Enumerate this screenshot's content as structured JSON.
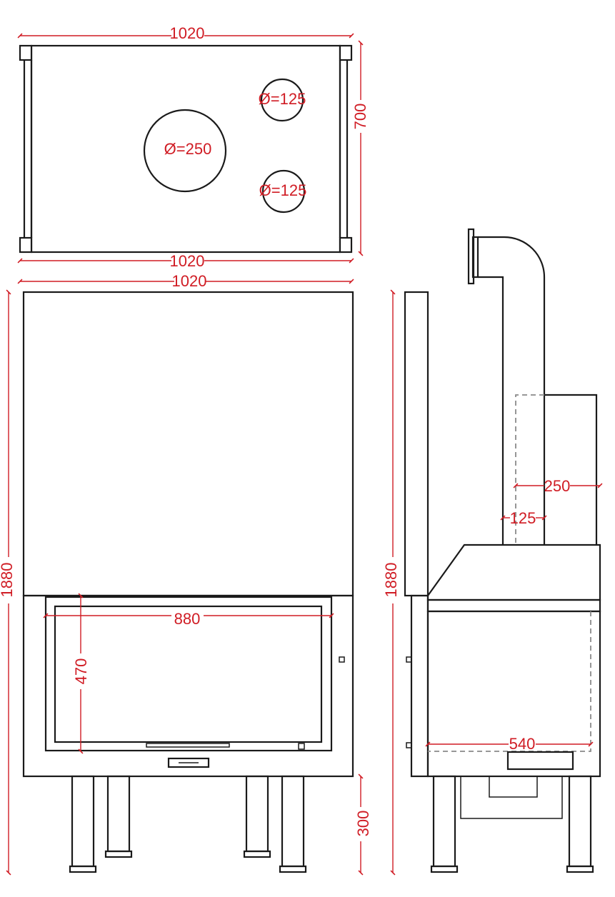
{
  "colors": {
    "outline": "#1a1a1a",
    "dimension": "#d01c24",
    "hidden_line": "#8a8a8a",
    "background": "#ffffff"
  },
  "views": {
    "top": {
      "width_top": "1020",
      "width_bottom": "1020",
      "depth": "700",
      "flue_main": "Ø=250",
      "flue_small_upper": "Ø=125",
      "flue_small_lower": "Ø=125"
    },
    "front": {
      "width": "1020",
      "height": "1880",
      "opening_width": "880",
      "opening_height": "470",
      "leg_height": "300"
    },
    "side": {
      "height": "1880",
      "duct_outer": "250",
      "duct_inner": "125",
      "depth": "540"
    }
  }
}
